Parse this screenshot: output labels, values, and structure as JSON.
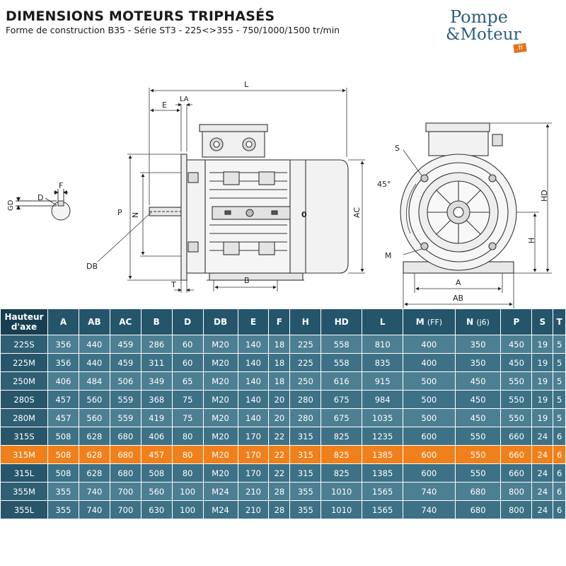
{
  "header": {
    "title": "DIMENSIONS MOTEURS TRIPHASÉS",
    "subtitle": "Forme de construction B35 - Série ST3 - 225<>355 - 750/1000/1500 tr/min"
  },
  "logo": {
    "line1": "Pompe",
    "line2": "&Moteur",
    "badge": ".fr"
  },
  "drawing_labels": {
    "L": "L",
    "E": "E",
    "LA": "LA",
    "P": "P",
    "N": "N",
    "AC": "AC",
    "B": "B",
    "DB": "DB",
    "T": "T",
    "O": "0",
    "F": "F",
    "D": "D",
    "GD": "GD",
    "S": "S",
    "angle": "45°",
    "M": "M",
    "HD": "HD",
    "H": "H",
    "A": "A",
    "AB": "AB"
  },
  "table": {
    "corner": [
      "Hauteur",
      "d'axe"
    ],
    "columns": [
      {
        "label": "A"
      },
      {
        "label": "AB"
      },
      {
        "label": "AC"
      },
      {
        "label": "B"
      },
      {
        "label": "D"
      },
      {
        "label": "DB"
      },
      {
        "label": "E"
      },
      {
        "label": "F"
      },
      {
        "label": "H"
      },
      {
        "label": "HD"
      },
      {
        "label": "L"
      },
      {
        "label": "M",
        "note": "(FF)"
      },
      {
        "label": "N",
        "note": "(j6)"
      },
      {
        "label": "P"
      },
      {
        "label": "S"
      },
      {
        "label": "T"
      }
    ],
    "highlight_row": 6,
    "highlight_color": "#f0801b",
    "rows": [
      [
        "225S",
        "356",
        "440",
        "459",
        "286",
        "60",
        "M20",
        "140",
        "18",
        "225",
        "558",
        "810",
        "400",
        "350",
        "450",
        "19",
        "5"
      ],
      [
        "225M",
        "356",
        "440",
        "459",
        "311",
        "60",
        "M20",
        "140",
        "18",
        "225",
        "558",
        "835",
        "400",
        "350",
        "450",
        "19",
        "5"
      ],
      [
        "250M",
        "406",
        "484",
        "506",
        "349",
        "65",
        "M20",
        "140",
        "18",
        "250",
        "616",
        "915",
        "500",
        "450",
        "550",
        "19",
        "5"
      ],
      [
        "280S",
        "457",
        "560",
        "559",
        "368",
        "75",
        "M20",
        "140",
        "20",
        "280",
        "675",
        "984",
        "500",
        "450",
        "550",
        "19",
        "5"
      ],
      [
        "280M",
        "457",
        "560",
        "559",
        "419",
        "75",
        "M20",
        "140",
        "20",
        "280",
        "675",
        "1035",
        "500",
        "450",
        "550",
        "19",
        "5"
      ],
      [
        "315S",
        "508",
        "628",
        "680",
        "406",
        "80",
        "M20",
        "170",
        "22",
        "315",
        "825",
        "1235",
        "600",
        "550",
        "660",
        "24",
        "6"
      ],
      [
        "315M",
        "508",
        "628",
        "680",
        "457",
        "80",
        "M20",
        "170",
        "22",
        "315",
        "825",
        "1385",
        "600",
        "550",
        "660",
        "24",
        "6"
      ],
      [
        "315L",
        "508",
        "628",
        "680",
        "508",
        "80",
        "M20",
        "170",
        "22",
        "315",
        "825",
        "1385",
        "600",
        "550",
        "660",
        "24",
        "6"
      ],
      [
        "355M",
        "355",
        "740",
        "700",
        "560",
        "100",
        "M24",
        "210",
        "28",
        "355",
        "1010",
        "1565",
        "740",
        "680",
        "800",
        "24",
        "6"
      ],
      [
        "355L",
        "355",
        "740",
        "700",
        "630",
        "100",
        "M24",
        "210",
        "28",
        "355",
        "1010",
        "1565",
        "740",
        "680",
        "800",
        "24",
        "6"
      ]
    ]
  }
}
